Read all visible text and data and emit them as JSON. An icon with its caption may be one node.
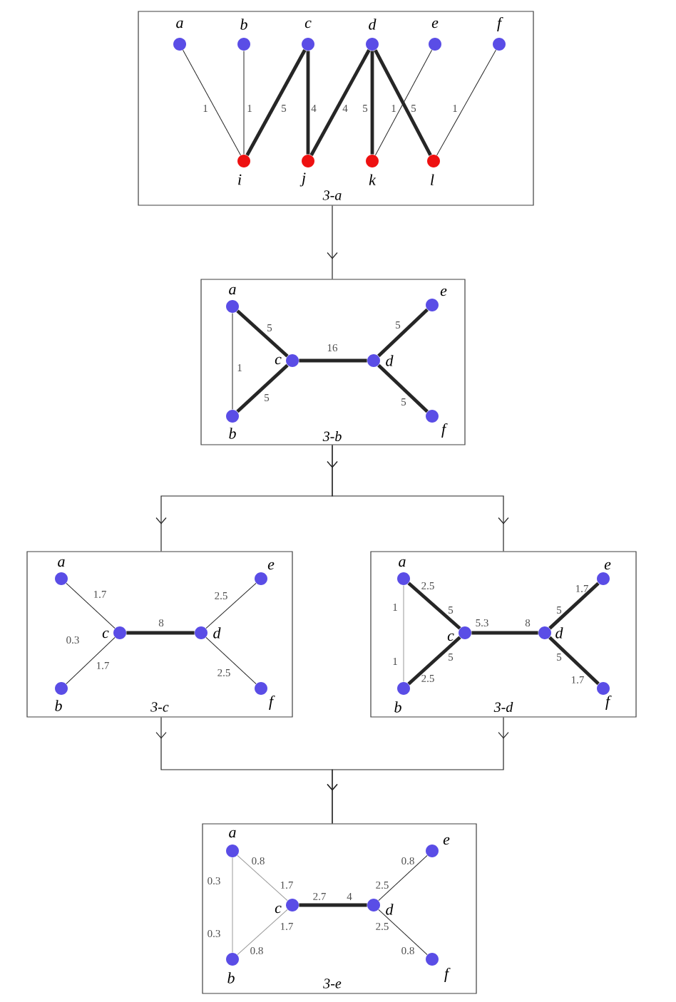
{
  "diagram": {
    "nodes": [
      {
        "text": [
          "3-a"
        ]
      },
      {
        "text": [
          "a"
        ],
        "in": 0
      },
      {
        "text": [
          "b"
        ],
        "in": 0
      },
      {
        "text": [
          "c"
        ],
        "in": 0
      },
      {
        "text": [
          "d"
        ],
        "in": 0
      },
      {
        "text": [
          "e"
        ],
        "in": 0
      },
      {
        "text": [
          "f"
        ],
        "in": 0
      },
      {
        "text": [
          "i"
        ],
        "in": 0
      },
      {
        "text": [
          "j"
        ],
        "in": 0
      },
      {
        "text": [
          "k"
        ],
        "in": 0
      },
      {
        "text": [
          "l"
        ],
        "in": 0
      },
      {
        "text": [
          "3-b"
        ]
      },
      {
        "text": [
          "a"
        ],
        "in": 11
      },
      {
        "text": [
          "b"
        ],
        "in": 11
      },
      {
        "text": [
          "c"
        ],
        "in": 11
      },
      {
        "text": [
          "d"
        ],
        "in": 11
      },
      {
        "text": [
          "e"
        ],
        "in": 11
      },
      {
        "text": [
          "f"
        ],
        "in": 11
      },
      {
        "text": [
          "3-c"
        ]
      },
      {
        "text": [
          "a"
        ],
        "in": 18
      },
      {
        "text": [
          "b"
        ],
        "in": 18
      },
      {
        "text": [
          "c"
        ],
        "in": 18
      },
      {
        "text": [
          "d"
        ],
        "in": 18
      },
      {
        "text": [
          "e"
        ],
        "in": 18
      },
      {
        "text": [
          "f"
        ],
        "in": 18
      },
      {
        "text": [
          "3-d"
        ]
      },
      {
        "text": [
          "a"
        ],
        "in": 25
      },
      {
        "text": [
          "b"
        ],
        "in": 25
      },
      {
        "text": [
          "c"
        ],
        "in": 25
      },
      {
        "text": [
          "d"
        ],
        "in": 25
      },
      {
        "text": [
          "e"
        ],
        "in": 25
      },
      {
        "text": [
          "f"
        ],
        "in": 25
      },
      {
        "text": [
          "3-e"
        ]
      },
      {
        "text": [
          "a"
        ],
        "in": 32
      },
      {
        "text": [
          "b"
        ],
        "in": 32
      },
      {
        "text": [
          "c"
        ],
        "in": 32
      },
      {
        "text": [
          "d"
        ],
        "in": 32
      },
      {
        "text": [
          "e"
        ],
        "in": 32
      },
      {
        "text": [
          "f"
        ],
        "in": 32
      }
    ],
    "edges": [
      {
        "from": 0,
        "to": 11,
        "arrow": "to"
      },
      {
        "from": 11,
        "to": 18,
        "arrow": "to"
      },
      {
        "from": 11,
        "to": 25,
        "arrow": "to"
      },
      {
        "from": 18,
        "to": 32,
        "arrow": "to"
      },
      {
        "from": 25,
        "to": 32,
        "arrow": "to"
      },
      {
        "from": 1,
        "to": 7,
        "arrow": "none",
        "label": "1"
      },
      {
        "from": 2,
        "to": 7,
        "arrow": "none",
        "label": "1"
      },
      {
        "from": 3,
        "to": 7,
        "arrow": "none",
        "label": "5",
        "style": "thick"
      },
      {
        "from": 3,
        "to": 8,
        "arrow": "none",
        "label": "4",
        "style": "thick"
      },
      {
        "from": 4,
        "to": 8,
        "arrow": "none",
        "label": "4",
        "style": "thick"
      },
      {
        "from": 4,
        "to": 9,
        "arrow": "none",
        "label": "5",
        "style": "thick"
      },
      {
        "from": 5,
        "to": 9,
        "arrow": "none",
        "label": "1"
      },
      {
        "from": 4,
        "to": 10,
        "arrow": "none",
        "label": "5",
        "style": "thick"
      },
      {
        "from": 6,
        "to": 10,
        "arrow": "none",
        "label": "1"
      },
      {
        "from": 12,
        "to": 13,
        "arrow": "none",
        "label": "1"
      },
      {
        "from": 12,
        "to": 14,
        "arrow": "none",
        "label": "5",
        "style": "thick"
      },
      {
        "from": 13,
        "to": 14,
        "arrow": "none",
        "label": "5",
        "style": "thick"
      },
      {
        "from": 14,
        "to": 15,
        "arrow": "none",
        "label": "16",
        "style": "thick"
      },
      {
        "from": 15,
        "to": 16,
        "arrow": "none",
        "label": "5",
        "style": "thick"
      },
      {
        "from": 15,
        "to": 17,
        "arrow": "none",
        "label": "5",
        "style": "thick"
      },
      {
        "from": 19,
        "to": 21,
        "arrow": "none",
        "label": "1.7"
      },
      {
        "from": 20,
        "to": 21,
        "arrow": "none",
        "label": "1.7"
      },
      {
        "from": 21,
        "to": 22,
        "arrow": "none",
        "label": "8",
        "style": "thick"
      },
      {
        "from": 22,
        "to": 23,
        "arrow": "none",
        "label": "2.5"
      },
      {
        "from": 22,
        "to": 24,
        "arrow": "none",
        "label": "2.5"
      },
      {
        "from": 26,
        "to": 27,
        "arrow": "none",
        "label": "1",
        "color": "#999999"
      },
      {
        "from": 26,
        "to": 28,
        "arrow": "none",
        "label": "2.5",
        "style": "thick"
      },
      {
        "from": 27,
        "to": 28,
        "arrow": "none",
        "label": "5",
        "style": "thick"
      },
      {
        "from": 28,
        "to": 29,
        "arrow": "none",
        "label": "5.3",
        "style": "thick"
      },
      {
        "from": 29,
        "to": 30,
        "arrow": "none",
        "label": "5",
        "style": "thick"
      },
      {
        "from": 29,
        "to": 31,
        "arrow": "none",
        "label": "5",
        "style": "thick"
      },
      {
        "from": 33,
        "to": 34,
        "arrow": "none",
        "label": "0.3",
        "color": "#999999"
      },
      {
        "from": 33,
        "to": 35,
        "arrow": "none",
        "label": "0.8",
        "color": "#999999"
      },
      {
        "from": 34,
        "to": 35,
        "arrow": "none",
        "label": "1.7",
        "color": "#999999"
      },
      {
        "from": 35,
        "to": 36,
        "arrow": "none",
        "label": "2.7",
        "style": "thick"
      },
      {
        "from": 36,
        "to": 37,
        "arrow": "none",
        "label": "2.5"
      },
      {
        "from": 36,
        "to": 38,
        "arrow": "none",
        "label": "2.5"
      }
    ],
    "labels": [
      "0.3",
      "1.7",
      "5",
      "8",
      "1",
      "2.5",
      "1.7",
      "0.8",
      "1.7",
      "4",
      "0.3",
      "0.8",
      "0.8"
    ]
  }
}
